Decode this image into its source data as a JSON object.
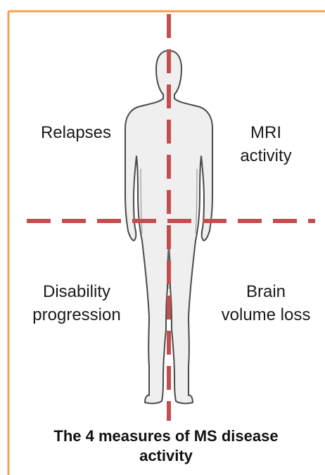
{
  "colors": {
    "border": "#f4a050",
    "dashed_lines": "#c24e4e",
    "figure_fill": "#efefef",
    "figure_stroke": "#4a4a4a"
  },
  "figure": {
    "icon": "human-silhouette-icon"
  },
  "quadrants": {
    "top_left": {
      "lines": [
        "Relapses"
      ]
    },
    "top_right": {
      "lines": [
        "MRI",
        "activity"
      ]
    },
    "bottom_left": {
      "lines": [
        "Disability",
        "progression"
      ]
    },
    "bottom_right": {
      "lines": [
        "Brain",
        "volume loss"
      ]
    }
  },
  "caption": {
    "lines": [
      "The 4 measures of MS disease",
      "activity"
    ]
  }
}
